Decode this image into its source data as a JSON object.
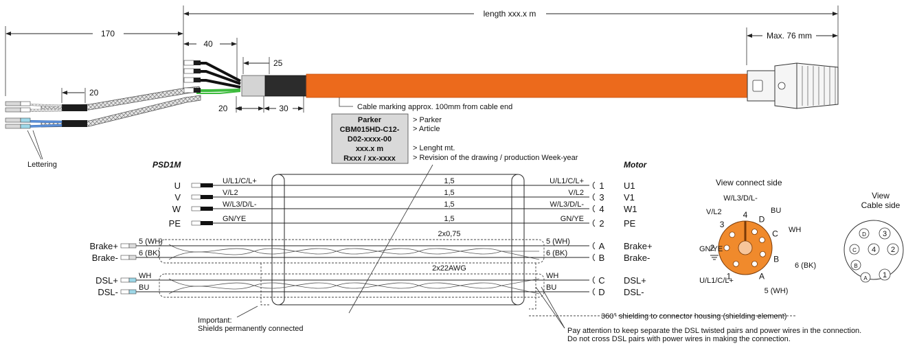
{
  "dimensions": {
    "total_length": "length xxx.x m",
    "strip_170": "170",
    "strip_40": "40",
    "strip_25": "25",
    "strip_20_top": "20",
    "strip_20_bottom": "20",
    "strip_30": "30",
    "max_connector": "Max. 76 mm"
  },
  "labels": {
    "cable_marking": "Cable marking approx. 100mm from cable end",
    "lettering": "Lettering",
    "drive": "PSD1M",
    "motor": "Motor",
    "view_connect": "View connect side",
    "view_cable_1": "View",
    "view_cable_2": "Cable side",
    "shielding": "360° shielding to connector housing (shielding element)",
    "important_1": "Important:",
    "important_2": "Shields permanently connected",
    "attention_1": "Pay attention to keep separate the DSL twisted pairs and power wires in the connection.",
    "attention_2": "Do not cross DSL pairs with power wires in making the connection."
  },
  "marking_box": {
    "rows": [
      "Parker",
      "CBM015HD-C12-",
      "D02-xxxx-00",
      "xxx.x m",
      "Rxxx / xx-xxxx"
    ],
    "notes": [
      "> Parker",
      "> Article",
      "> Lenght mt.",
      "> Revision of the drawing / production Week-year"
    ]
  },
  "wires": [
    {
      "left": "U",
      "code": "U/L1/C/L+",
      "section": "1,5",
      "motor_code": "U/L1/C/L+",
      "pin": "1",
      "right": "U1"
    },
    {
      "left": "V",
      "code": "V/L2",
      "section": "1,5",
      "motor_code": "V/L2",
      "pin": "3",
      "right": "V1"
    },
    {
      "left": "W",
      "code": "W/L3/D/L-",
      "section": "1,5",
      "motor_code": "W/L3/D/L-",
      "pin": "4",
      "right": "W1"
    },
    {
      "left": "PE",
      "code": "GN/YE",
      "section": "1,5",
      "motor_code": "GN/YE",
      "pin": "2",
      "right": "PE"
    },
    {
      "left": "Brake+",
      "code": "5 (WH)",
      "section": "2x0,75",
      "motor_code": "5 (WH)",
      "pin": "A",
      "right": "Brake+"
    },
    {
      "left": "Brake-",
      "code": "6 (BK)",
      "section": "",
      "motor_code": "6 (BK)",
      "pin": "B",
      "right": "Brake-"
    },
    {
      "left": "DSL+",
      "code": "WH",
      "section": "2x22AWG",
      "motor_code": "WH",
      "pin": "C",
      "right": "DSL+"
    },
    {
      "left": "DSL-",
      "code": "BU",
      "section": "",
      "motor_code": "BU",
      "pin": "D",
      "right": "DSL-"
    }
  ],
  "connector_view": {
    "pins_around": [
      "4",
      "D",
      "C",
      "B",
      "A",
      "1",
      "2",
      "3"
    ],
    "labels": [
      "W/L3/D/L-",
      "BU",
      "WH",
      "6 (BK)",
      "5 (WH)",
      "U/L1/C/L+",
      "GN/YE",
      "V/L2"
    ],
    "cable_side_pins": [
      "D",
      "3",
      "C",
      "4",
      "2",
      "B",
      "A",
      "1"
    ]
  },
  "colors": {
    "cable_orange": "#ec6a1c",
    "connector_orange": "#f08a2c",
    "green_wire": "#3dbb3d",
    "blue_wire": "#5b8fd8",
    "dark_sleeve": "#2c2c2c",
    "gray_sleeve": "#d4d4d4"
  }
}
